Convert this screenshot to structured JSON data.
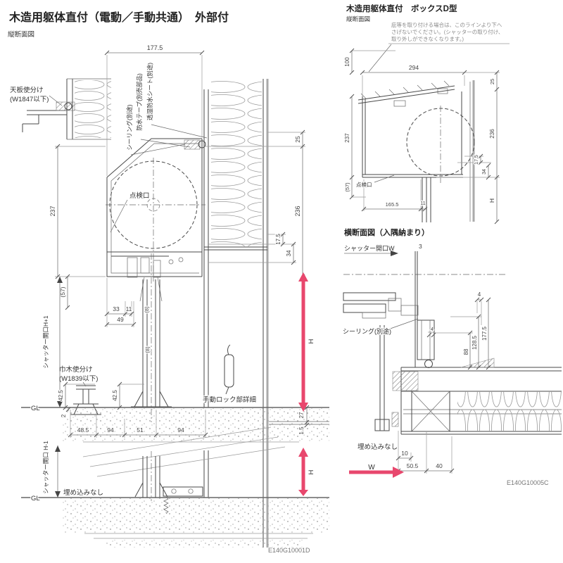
{
  "header": {
    "title": "木造用躯体直付（電動／手動共通）　外部付",
    "section_label": "縦断面図",
    "code": "E140G10001D"
  },
  "left": {
    "labels": {
      "tenban1": "天板使分け",
      "tenban2": "(W1847以下)",
      "sealing": "シーリング(別途)",
      "tape": "防水テープ(別売部品)",
      "sheet": "透湿防水シート(別途)",
      "tenken": "点検口",
      "h_plus": "シャッター開口H+1",
      "habaki1": "巾木使分け",
      "habaki2": "(W1839以下)",
      "gl_upper": "GL",
      "gl_lower": "GL",
      "lock": "手動ロック部詳細",
      "h_minus": "シャッター開口 H-1",
      "umekomi": "埋め込みなし",
      "h_upper": "H",
      "h_lower": "H"
    },
    "dims": {
      "d177_5": "177.5",
      "d237": "237",
      "d57": "(57)",
      "d25": "25",
      "d236": "236",
      "d17_5": "17.5",
      "d34": "34",
      "d33": "33",
      "d11": "11",
      "d49": "49",
      "d8a": "(8)",
      "d8b": "(8)",
      "d42_5a": "42.5",
      "d42_5b": "42.5",
      "d2": "2",
      "d48_5": "48.5",
      "d94a": "94",
      "d51": "51",
      "d94b": "94",
      "d27": "27",
      "d1_5": "1.5"
    },
    "accent_color": "#e8476d"
  },
  "right_top": {
    "title": "木造用躯体直付　ボックスD型",
    "section_label": "縦断面図",
    "note1": "庇等を取り付ける場合は、このラインより下へ",
    "note2": "さげないでください。(シャッターの取り付け、",
    "note3": "取り外しができなくなります。)",
    "labels": {
      "tenken": "点検口",
      "h": "H"
    },
    "dims": {
      "d100": "100",
      "d294": "294",
      "d237": "237",
      "d57": "(57)",
      "d165_5": "165.5",
      "d11": "11",
      "d25": "25",
      "d236": "236",
      "d17_5": "17.5",
      "d34": "34"
    }
  },
  "right_bottom": {
    "title": "横断面図（入隅納まり）",
    "code": "E140G10005C",
    "labels": {
      "shutter_w": "シャッター開口W",
      "sealing": "シーリング(別途)",
      "umekomi": "埋め込みなし",
      "w": "W"
    },
    "dims": {
      "d3": "3",
      "d4a": "4",
      "d4b": "4",
      "d177_5": "177.5",
      "d128_5": "128.5",
      "d88": "88",
      "d10": "10",
      "d50_5": "50.5",
      "d40": "40"
    }
  }
}
